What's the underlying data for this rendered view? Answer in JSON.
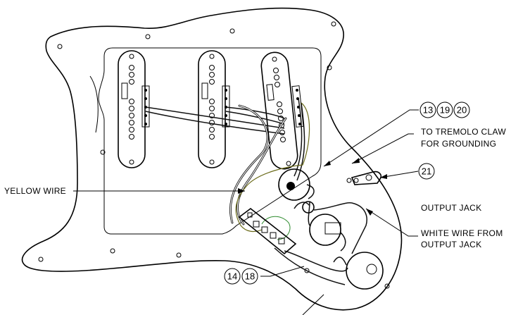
{
  "labels": {
    "tremolo_claw_line1": "TO TREMOLO CLAW",
    "tremolo_claw_line2": "FOR GROUNDING",
    "yellow_wire": "YELLOW WIRE",
    "output_jack": "OUTPUT JACK",
    "white_wire_line1": "WHITE WIRE FROM",
    "white_wire_line2": "OUTPUT JACK"
  },
  "callouts": {
    "c13": "13",
    "c19": "19",
    "c20": "20",
    "c21": "21",
    "c14": "14",
    "c18": "18"
  }
}
